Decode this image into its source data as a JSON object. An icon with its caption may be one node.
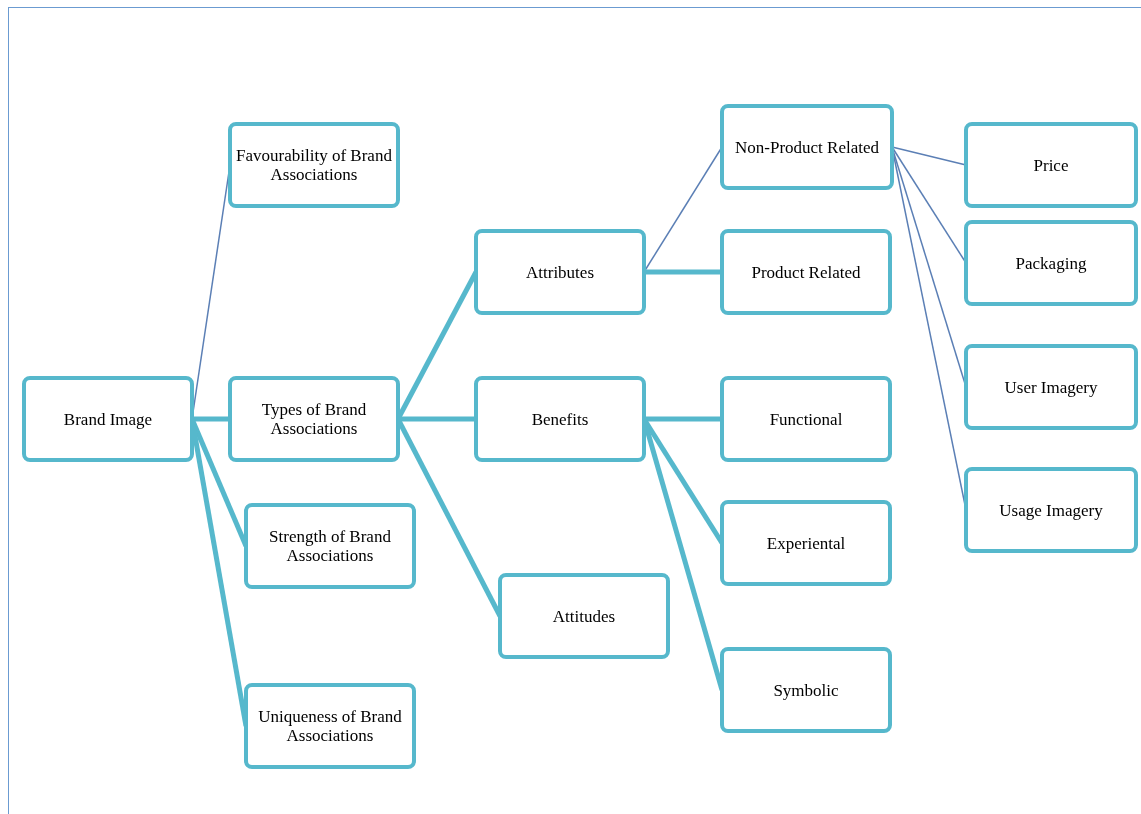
{
  "diagram": {
    "nodes": [
      {
        "text": [
          "Brand Image"
        ]
      },
      {
        "text": [
          "Favourability of Brand Associations"
        ]
      },
      {
        "text": [
          "Types of Brand Associations"
        ]
      },
      {
        "text": [
          "Strength of Brand Associations"
        ]
      },
      {
        "text": [
          "Uniqueness of Brand Associations"
        ]
      },
      {
        "text": [
          "Attributes"
        ]
      },
      {
        "text": [
          "Benefits"
        ]
      },
      {
        "text": [
          "Attitudes"
        ]
      },
      {
        "text": [
          "Non-Product Related"
        ]
      },
      {
        "text": [
          "Product Related"
        ]
      },
      {
        "text": [
          "Functional"
        ]
      },
      {
        "text": [
          "Experiental"
        ]
      },
      {
        "text": [
          "Symbolic"
        ]
      },
      {
        "text": [
          "Price"
        ]
      },
      {
        "text": [
          "Packaging"
        ]
      },
      {
        "text": [
          "User Imagery"
        ]
      },
      {
        "text": [
          "Usage Imagery"
        ]
      }
    ],
    "edges": [
      {
        "from": 0,
        "to": 1,
        "arrow": "none",
        "color": "#5b7fb5"
      },
      {
        "from": 0,
        "to": 2,
        "arrow": "none"
      },
      {
        "from": 0,
        "to": 3,
        "arrow": "none"
      },
      {
        "from": 0,
        "to": 4,
        "arrow": "none"
      },
      {
        "from": 2,
        "to": 5,
        "arrow": "none"
      },
      {
        "from": 2,
        "to": 6,
        "arrow": "none"
      },
      {
        "from": 2,
        "to": 7,
        "arrow": "none"
      },
      {
        "from": 5,
        "to": 8,
        "arrow": "none",
        "color": "#5b7fb5"
      },
      {
        "from": 5,
        "to": 9,
        "arrow": "none"
      },
      {
        "from": 6,
        "to": 10,
        "arrow": "none"
      },
      {
        "from": 6,
        "to": 11,
        "arrow": "none"
      },
      {
        "from": 6,
        "to": 12,
        "arrow": "none"
      },
      {
        "from": 8,
        "to": 13,
        "arrow": "none",
        "color": "#5b7fb5"
      },
      {
        "from": 8,
        "to": 14,
        "arrow": "none",
        "color": "#5b7fb5"
      },
      {
        "from": 8,
        "to": 15,
        "arrow": "none",
        "color": "#5b7fb5"
      },
      {
        "from": 8,
        "to": 16,
        "arrow": "none",
        "color": "#5b7fb5"
      }
    ]
  }
}
